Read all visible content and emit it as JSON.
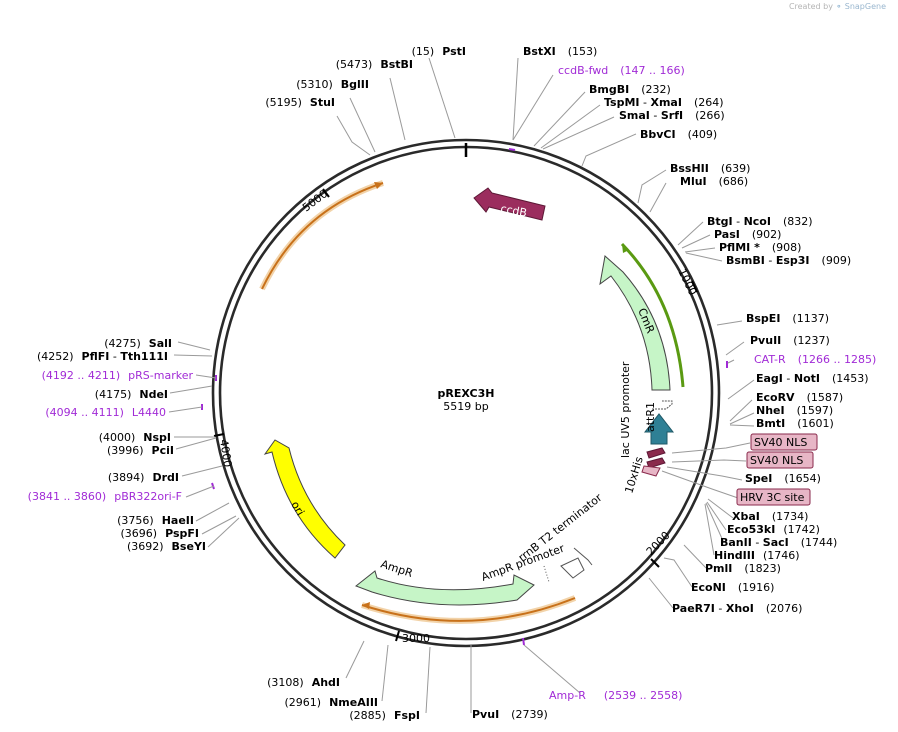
{
  "watermark": {
    "prefix": "Created by",
    "brand": "SnapGene"
  },
  "plasmid": {
    "name": "pREXC3H",
    "length": "5519 bp"
  },
  "ticks": [
    "1000",
    "2000",
    "3000",
    "4000",
    "5000"
  ],
  "sites_right": [
    {
      "name": "BstXI",
      "pos": "(153)"
    },
    {
      "name": "BmgBI",
      "pos": "(232)"
    },
    {
      "name": "TspMI",
      "sep": " - ",
      "name2": "XmaI",
      "pos": "(264)"
    },
    {
      "name": "SmaI",
      "sep": " - ",
      "name2": "SrfI",
      "pos": "(266)"
    },
    {
      "name": "BbvCI",
      "pos": "(409)"
    },
    {
      "name": "BssHII",
      "pos": "(639)"
    },
    {
      "name": "MluI",
      "pos": "(686)"
    },
    {
      "name": "BtgI",
      "sep": " - ",
      "name2": "NcoI",
      "pos": "(832)"
    },
    {
      "name": "PasI",
      "pos": "(902)"
    },
    {
      "name": "PflMI *",
      "pos": "(908)"
    },
    {
      "name": "BsmBI",
      "sep": " - ",
      "name2": "Esp3I",
      "pos": "(909)"
    },
    {
      "name": "BspEI",
      "pos": "(1137)"
    },
    {
      "name": "PvuII",
      "pos": "(1237)"
    },
    {
      "name": "EagI",
      "sep": " - ",
      "name2": "NotI",
      "pos": "(1453)"
    },
    {
      "name": "EcoRV",
      "pos": "(1587)"
    },
    {
      "name": "NheI",
      "pos": "(1597)"
    },
    {
      "name": "BmtI",
      "pos": "(1601)"
    },
    {
      "name": "SpeI",
      "pos": "(1654)"
    },
    {
      "name": "XbaI",
      "pos": "(1734)"
    },
    {
      "name": "Eco53kI",
      "pos": "(1742)"
    },
    {
      "name": "BanII",
      "sep": " - ",
      "name2": "SacI",
      "pos": "(1744)"
    },
    {
      "name": "HindIII",
      "pos": "(1746)"
    },
    {
      "name": "PmlI",
      "pos": "(1823)"
    },
    {
      "name": "EcoNI",
      "pos": "(1916)"
    },
    {
      "name": "PaeR7I",
      "sep": " - ",
      "name2": "XhoI",
      "pos": "(2076)"
    },
    {
      "name": "PvuI",
      "pos": "(2739)"
    }
  ],
  "sites_left": [
    {
      "pos": "(15)",
      "name": "PstI"
    },
    {
      "pos": "(5473)",
      "name": "BstBI"
    },
    {
      "pos": "(5310)",
      "name": "BglII"
    },
    {
      "pos": "(5195)",
      "name": "StuI"
    },
    {
      "pos": "(4275)",
      "name": "SalI"
    },
    {
      "pos": "(4252)",
      "name": "PflFI",
      "sep": " - ",
      "name2": "Tth111I"
    },
    {
      "pos": "(4175)",
      "name": "NdeI"
    },
    {
      "pos": "(4000)",
      "name": "NspI"
    },
    {
      "pos": "(3996)",
      "name": "PciI"
    },
    {
      "pos": "(3894)",
      "name": "DrdI"
    },
    {
      "pos": "(3756)",
      "name": "HaeII"
    },
    {
      "pos": "(3696)",
      "name": "PspFI"
    },
    {
      "pos": "(3692)",
      "name": "BseYI"
    },
    {
      "pos": "(3108)",
      "name": "AhdI"
    },
    {
      "pos": "(2961)",
      "name": "NmeAIII"
    },
    {
      "pos": "(2885)",
      "name": "FspI"
    }
  ],
  "primers": [
    {
      "name": "ccdB-fwd",
      "range": "(147 .. 166)"
    },
    {
      "name": "CAT-R",
      "range": "(1266 .. 1285)"
    },
    {
      "name": "pRS-marker",
      "range": "(4192 .. 4211)"
    },
    {
      "name": "L4440",
      "range": "(4094 .. 4111)"
    },
    {
      "name": "pBR322ori-F",
      "range": "(3841 .. 3860)"
    },
    {
      "name": "Amp-R",
      "range": "(2539 .. 2558)"
    }
  ],
  "features": {
    "ccdB": "ccdB",
    "CmR": "CmR",
    "ori": "ori",
    "AmpR": "AmpR",
    "lac_uv5": "lac UV5 promoter",
    "attR1": "attR1",
    "his": "10xHis",
    "rrnb": "rrnB T2 terminator",
    "ampr_promoter": "AmpR promoter"
  },
  "boxed_features": [
    "SV40 NLS",
    "SV40 NLS",
    "HRV 3C site"
  ],
  "colors": {
    "ccdB": "#9b2d5e",
    "CmR": "#c6f5c7",
    "ori": "#ffff00",
    "AmpR": "#c6f5c7",
    "attR1": "#2f8095",
    "orange_primer": "#c8711a",
    "green_primer": "#5a9a12",
    "primer": "#a12bd6",
    "box_fill": "#e7b6c6",
    "box_stroke": "#8a2a4c"
  }
}
